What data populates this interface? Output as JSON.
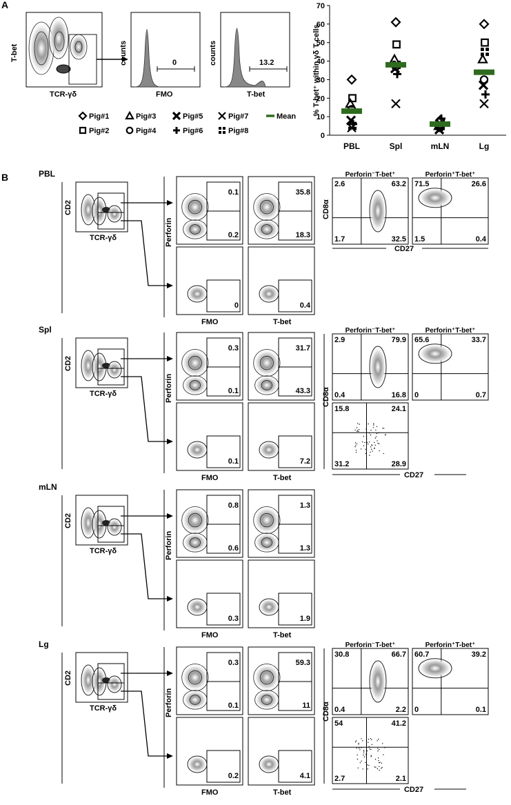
{
  "panel_a": {
    "letter": "A",
    "dot_plot": {
      "yaxis_label": "% T-bet⁺ within γδ T cells",
      "tissue_row": "row0",
      "gate_label": "T-bet",
      "tcr_label": "TCR-γδ",
      "counts_label": "counts",
      "fmo_label": "FMO",
      "fmo_value": "0",
      "tbet_value": "13.2"
    },
    "legend": [
      {
        "symbol": "diamond",
        "label": "Pig#1"
      },
      {
        "symbol": "square",
        "label": "Pig#2"
      },
      {
        "symbol": "triangle",
        "label": "Pig#3"
      },
      {
        "symbol": "circle",
        "label": "Pig#4"
      },
      {
        "symbol": "bigx",
        "label": "Pig#5"
      },
      {
        "symbol": "plus",
        "label": "Pig#6"
      },
      {
        "symbol": "x",
        "label": "Pig#7"
      },
      {
        "symbol": "dotplus",
        "label": "Pig#8"
      },
      {
        "symbol": "bar",
        "label": "Mean"
      }
    ]
  },
  "chart_data": {
    "type": "scatter",
    "ylabel": "% T-bet⁺ within γδ T cells",
    "categories": [
      "PBL",
      "Spl",
      "mLN",
      "Lg"
    ],
    "yticks": [
      "0",
      "10",
      "20",
      "30",
      "40",
      "50",
      "60",
      "70"
    ],
    "ylim": [
      0,
      70
    ],
    "mean_color": "#2e6b1e",
    "mean": [
      13,
      38,
      6,
      34
    ],
    "points": {
      "PBL": [
        30,
        20,
        17,
        14,
        8,
        6,
        4,
        5
      ],
      "Spl": [
        61,
        49,
        41,
        37,
        36,
        33,
        17,
        38
      ],
      "mLN": [
        8,
        7,
        5,
        4,
        3,
        9,
        6,
        5
      ],
      "Lg": [
        60,
        50,
        41,
        30,
        27,
        22,
        17,
        45
      ]
    }
  },
  "panel_b": {
    "letter": "B",
    "axis": {
      "cd2": "CD2",
      "tcr": "TCR-γδ",
      "perforin": "Perforin",
      "fmo": "FMO",
      "tbet": "T-bet",
      "cd8a": "CD8α",
      "cd27": "CD27",
      "perf_neg": "Perforin⁻T-bet⁺",
      "perf_pos": "Perforin⁺T-bet⁺"
    },
    "tissues": [
      {
        "name": "PBL",
        "fmo_top": [
          "0.1",
          "0.2"
        ],
        "tbet_top": [
          "35.8",
          "18.3"
        ],
        "fmo_bottom": "0",
        "tbet_bottom": "0.4",
        "cd8_neg": [
          "2.6",
          "63.2",
          "1.7",
          "32.5"
        ],
        "cd8_pos": [
          "71.5",
          "26.6",
          "1.5",
          "0.4"
        ]
      },
      {
        "name": "Spl",
        "fmo_top": [
          "0.3",
          "0.1"
        ],
        "tbet_top": [
          "31.7",
          "43.3"
        ],
        "fmo_bottom": "0.1",
        "tbet_bottom": "7.2",
        "cd8_neg": [
          "2.9",
          "79.9",
          "0.4",
          "16.8"
        ],
        "cd8_pos": [
          "65.6",
          "33.7",
          "0",
          "0.7"
        ],
        "cd8_extra": [
          "15.8",
          "24.1",
          "31.2",
          "28.9"
        ]
      },
      {
        "name": "mLN",
        "fmo_top": [
          "0.8",
          "0.6"
        ],
        "tbet_top": [
          "1.3",
          "1.3"
        ],
        "fmo_bottom": "0.3",
        "tbet_bottom": "1.9"
      },
      {
        "name": "Lg",
        "fmo_top": [
          "0.3",
          "0.1"
        ],
        "tbet_top": [
          "59.3",
          "11"
        ],
        "fmo_bottom": "0.2",
        "tbet_bottom": "4.1",
        "cd8_neg": [
          "30.8",
          "66.7",
          "0.4",
          "2.2"
        ],
        "cd8_pos": [
          "60.7",
          "39.2",
          "0",
          "0.1"
        ],
        "cd8_extra": [
          "54",
          "41.2",
          "2.7",
          "2.1"
        ]
      }
    ]
  }
}
